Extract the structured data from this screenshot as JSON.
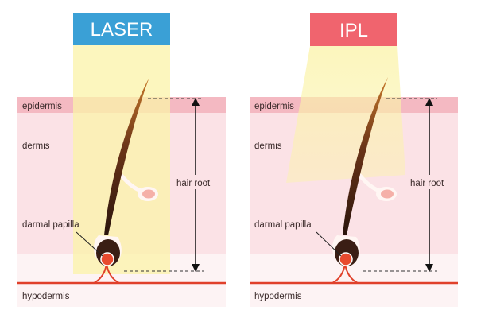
{
  "colors": {
    "laser_badge": "#3aa0d6",
    "ipl_badge": "#f0646e",
    "epidermis": "#f4b9c2",
    "dermis": "#fbe2e6",
    "hypodermis": "#fdf3f4",
    "beam": "#fbf3a8",
    "hair": "#3a1e14",
    "papilla": "#e84a2e",
    "vessel": "#e0402a"
  },
  "panels": [
    {
      "title": "LASER",
      "layers": {
        "epidermis": "epidermis",
        "dermis": "dermis",
        "hypodermis": "hypodermis"
      },
      "papilla_label": "darmal papilla",
      "measure_label": "hair root"
    },
    {
      "title": "IPL",
      "layers": {
        "epidermis": "epidermis",
        "dermis": "dermis",
        "hypodermis": "hypodermis"
      },
      "papilla_label": "darmal papilla",
      "measure_label": "hair root"
    }
  ]
}
